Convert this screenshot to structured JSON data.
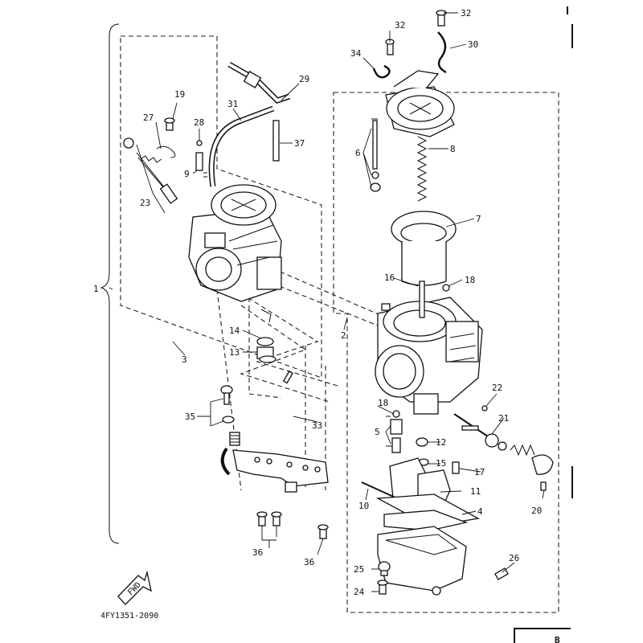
{
  "diagram": {
    "footer_code": "4FY1351-2090",
    "fwd_label": "FWD",
    "corner_text": "B",
    "callouts": [
      {
        "id": "c1",
        "text": "1"
      },
      {
        "id": "c2",
        "text": "2"
      },
      {
        "id": "c3",
        "text": "3"
      },
      {
        "id": "c4",
        "text": "4"
      },
      {
        "id": "c5",
        "text": "5"
      },
      {
        "id": "c6",
        "text": "6"
      },
      {
        "id": "c7",
        "text": "7"
      },
      {
        "id": "c8",
        "text": "8"
      },
      {
        "id": "c9",
        "text": "9"
      },
      {
        "id": "c10",
        "text": "10"
      },
      {
        "id": "c11",
        "text": "11"
      },
      {
        "id": "c12",
        "text": "12"
      },
      {
        "id": "c13",
        "text": "13"
      },
      {
        "id": "c14",
        "text": "14"
      },
      {
        "id": "c15",
        "text": "15"
      },
      {
        "id": "c16",
        "text": "16"
      },
      {
        "id": "c17",
        "text": "17"
      },
      {
        "id": "c18",
        "text": "18"
      },
      {
        "id": "c18b",
        "text": "18"
      },
      {
        "id": "c19",
        "text": "19"
      },
      {
        "id": "c20",
        "text": "20"
      },
      {
        "id": "c21",
        "text": "21"
      },
      {
        "id": "c22",
        "text": "22"
      },
      {
        "id": "c23",
        "text": "23"
      },
      {
        "id": "c24",
        "text": "24"
      },
      {
        "id": "c25",
        "text": "25"
      },
      {
        "id": "c26",
        "text": "26"
      },
      {
        "id": "c27",
        "text": "27"
      },
      {
        "id": "c28",
        "text": "28"
      },
      {
        "id": "c29",
        "text": "29"
      },
      {
        "id": "c30",
        "text": "30"
      },
      {
        "id": "c31",
        "text": "31"
      },
      {
        "id": "c32a",
        "text": "32"
      },
      {
        "id": "c32b",
        "text": "32"
      },
      {
        "id": "c33",
        "text": "33"
      },
      {
        "id": "c34",
        "text": "34"
      },
      {
        "id": "c35",
        "text": "35"
      },
      {
        "id": "c36a",
        "text": "36"
      },
      {
        "id": "c36b",
        "text": "36"
      },
      {
        "id": "c37",
        "text": "37"
      }
    ]
  }
}
